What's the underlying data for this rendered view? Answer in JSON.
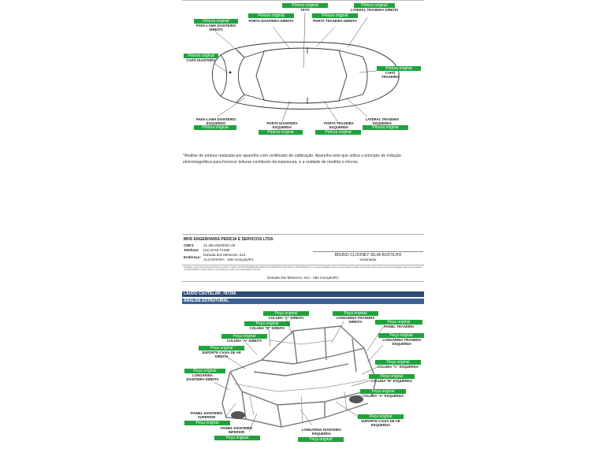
{
  "paint": {
    "tag": "Pintura original",
    "labels": {
      "teto": "TETO",
      "lat_tras_dir": "LATERAL TRASEIRA DIREITA",
      "paralama_dir": "PARA-LAMA DIANTEIRO DIREITO",
      "porta_diant_dir": "PORTA DIANTEIRA DIREITA",
      "porta_tras_dir": "PORTA TRASEIRA DIREITA",
      "capo": "CAPÔ DIANTEIRO",
      "capo_tras": "CAPÔ TRASEIRO",
      "paralama_esq": "PARA-LAMA DIANTEIRO ESQUERDO",
      "porta_diant_esq": "PORTA DIANTEIRA ESQUERDA",
      "porta_tras_esq": "PORTA TRASEIRA ESQUERDA",
      "lat_tras_esq": "LATERAL TRASEIRA ESQUERDA"
    },
    "note": "*Análise de pintura realizada por aparelho com certificado de calibração. Aparelho este que utiliza o princípio de indução eletromagnética para fornecer leituras confiáveis da espessura, e a unidade de medida o micron."
  },
  "company": {
    "name": "MHS ENGENHARIA PERICIA E SERVICOS LTDA",
    "cnpj_label": "CNPJ:",
    "cnpj": "41.384.063/0001-29",
    "tel_label": "Telefone:",
    "tel": "(21) 9716-71498",
    "end_label": "Endereço:",
    "end1": "Estrada dos Menezes, 812",
    "end2": "ALCANTARA - São Gonçalo/RJ",
    "signer": "BRUNO CLOONEY SILVA BUSTILHO",
    "role": "Vistoriador",
    "disclaimer": "Os dados e elementos deste documento constitui e registro da MHS ENGENHARIA PERICIA E SERVICOS LTDA CNPJ 41.384.063/0001-29 e a responsabilidade sobre as informações contidas neste laudo é da empresa conforme legislação vigente que garantem confidencialidade, sendo vetado a reprodução do mesmo sem autorização expressa.",
    "footer_addr": "Estrada dos Menezes, 812 - São Gonçalo/RJ"
  },
  "structure": {
    "bar1": "LAUDO CAUTELAR: 787266",
    "bar2": "ANÁLISE ESTRUTURAL",
    "tag": "Peça original",
    "labels": {
      "col_c_dir": "COLUNA \"C\" DIREITA",
      "col_b_dir": "COLUNA \"B\" DIREITA",
      "col_a_dir": "COLUNA \"A\" DIREITA",
      "suporte_dir": "SUPORTE CAIXA DE AR DIREITA",
      "long_diant_dir": "LONGARINA DIANTEIRA DIREITA",
      "painel_sup": "PAINEL DIANTEIRO SUPERIOR",
      "painel_inf": "PAINEL DIANTEIRO INFERIOR",
      "long_tras_dir": "LONGARINA TRASEIRA DIREITA",
      "painel_tras": "PAINEL TRASEIRO",
      "long_tras_esq": "LONGARINA TRASEIRA ESQUERDA",
      "col_c_esq": "COLUNA \"C\" ESQUERDA",
      "col_b_esq": "COLUNA \"B\" ESQUERDA",
      "col_a_esq": "COLUNA \"A\" ESQUERDA",
      "suporte_esq": "SUPORTE CAIXA DE AR ESQUERDA",
      "long_diant_esq": "LONGARINA DIANTEIRA ESQUERDA"
    }
  }
}
